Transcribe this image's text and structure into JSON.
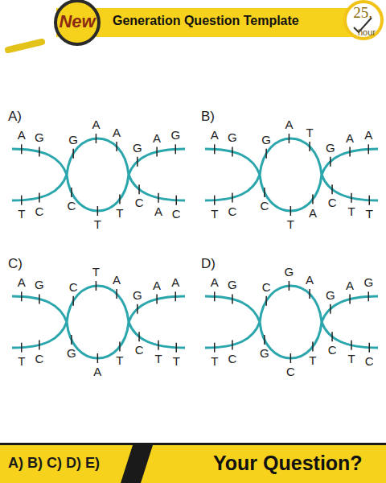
{
  "diagram": {
    "title": "Generation Question Template",
    "labels": [
      "New",
      "25.",
      "hour",
      "A)",
      "A",
      "G",
      "G",
      "A",
      "A",
      "G",
      "A",
      "G",
      "T",
      "C",
      "C",
      "T",
      "T",
      "C",
      "A",
      "C",
      "B)",
      "A",
      "G",
      "G",
      "A",
      "T",
      "G",
      "A",
      "A",
      "T",
      "C",
      "C",
      "T",
      "A",
      "C",
      "T",
      "T",
      "C)",
      "A",
      "G",
      "C",
      "T",
      "A",
      "G",
      "A",
      "A",
      "T",
      "C",
      "G",
      "A",
      "T",
      "C",
      "T",
      "T",
      "D)",
      "A",
      "G",
      "C",
      "G",
      "A",
      "G",
      "A",
      "G",
      "T",
      "C",
      "G",
      "C",
      "T",
      "C",
      "T",
      "C",
      "A) B) C) D) E)",
      "Your Question?"
    ]
  }
}
